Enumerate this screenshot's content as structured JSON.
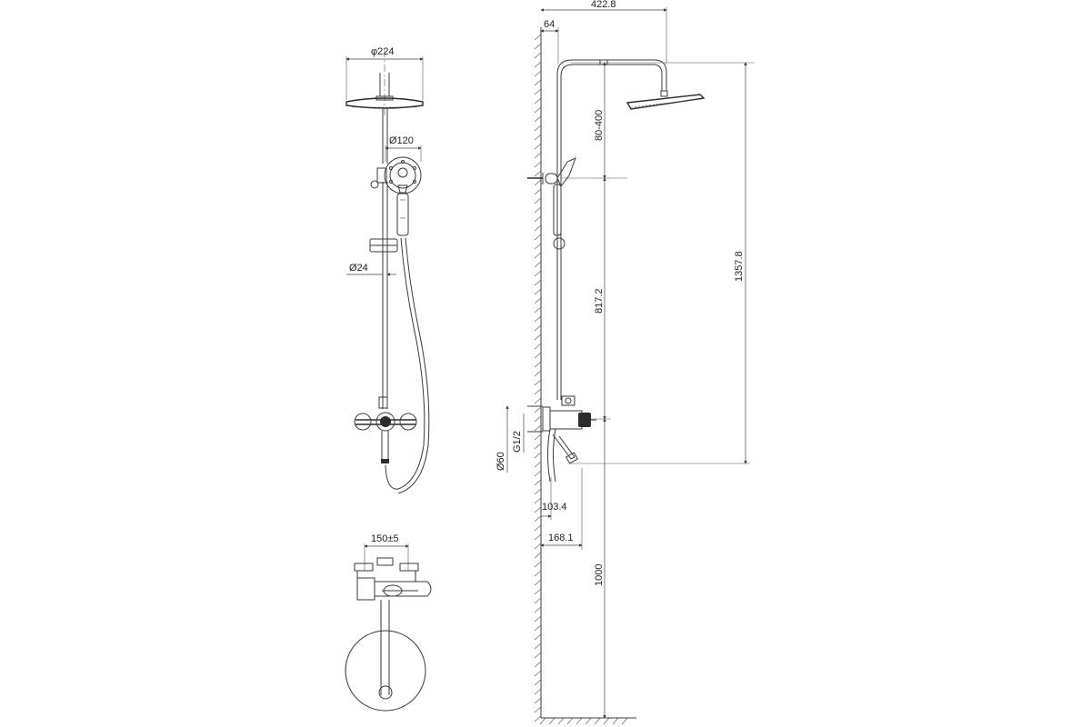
{
  "dimensions": {
    "head_diameter": "φ224",
    "hand_shower_diameter": "Ø120",
    "rail_diameter": "Ø24",
    "inlet_spacing": "150±5",
    "total_projection": "422.8",
    "wall_offset_top": "64",
    "slide_range": "80-400",
    "total_height": "1357.8",
    "rail_height": "817.2",
    "flange_diameter": "Ø60",
    "thread": "G1/2",
    "mixer_projection": "103.4",
    "spout_projection": "168.1",
    "mount_height": "1000"
  },
  "colors": {
    "line": "#3a3a3a",
    "background": "#ffffff"
  }
}
